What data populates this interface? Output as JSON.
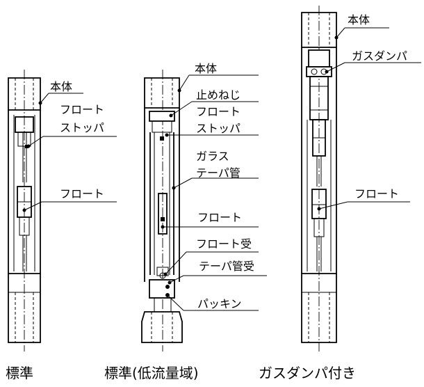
{
  "figure": {
    "standard": {
      "caption": "標準",
      "labels": {
        "body": "本体",
        "float_stopper_1": "フロート",
        "float_stopper_2": "ストッパ",
        "float": "フロート"
      }
    },
    "low_flow": {
      "caption": "標準(低流量域)",
      "labels": {
        "body": "本体",
        "set_screw": "止めねじ",
        "float_stopper_1": "フロート",
        "float_stopper_2": "ストッパ",
        "glass_tube_1": "ガラス",
        "glass_tube_2": "テーパ管",
        "float": "フロート",
        "float_seat": "フロート受",
        "tube_seat": "テーパ管受",
        "packing": "パッキン"
      }
    },
    "gas_damper": {
      "caption": "ガスダンパ付き",
      "labels": {
        "body": "本体",
        "gas_damper": "ガスダンパ",
        "float": "フロート"
      }
    }
  }
}
